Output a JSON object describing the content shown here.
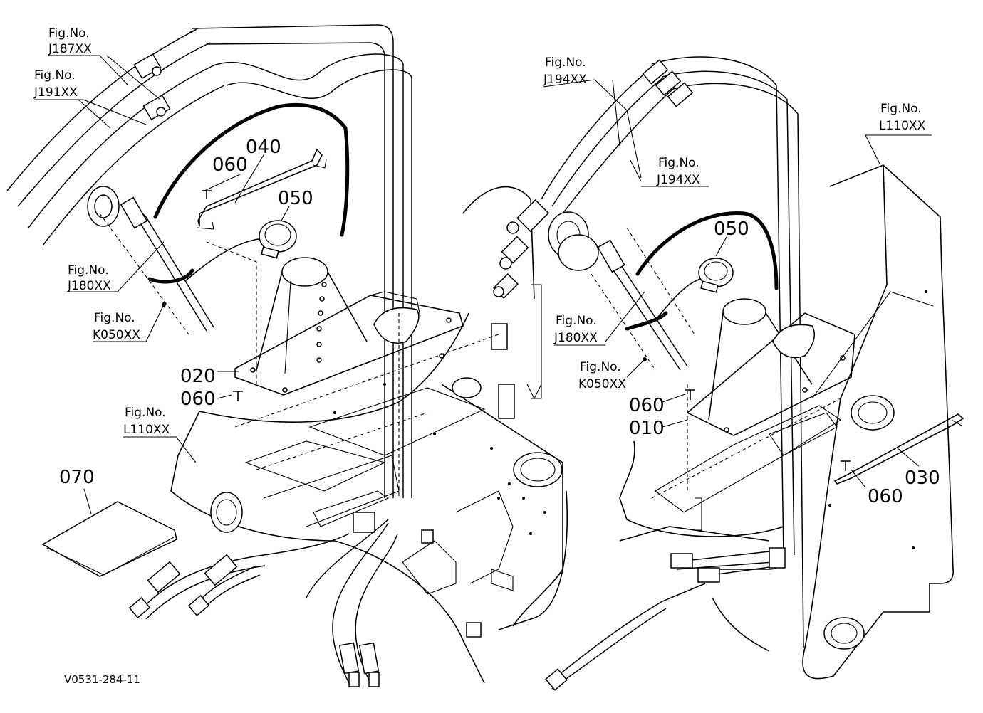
{
  "drawing_code": "V0531-284-11",
  "fig_refs": {
    "j187_left": {
      "title": "Fig.No.",
      "code": "J187XX"
    },
    "j191_left": {
      "title": "Fig.No.",
      "code": "J191XX"
    },
    "j180_left": {
      "title": "Fig.No.",
      "code": "J180XX"
    },
    "k050_left": {
      "title": "Fig.No.",
      "code": "K050XX"
    },
    "l110_left": {
      "title": "Fig.No.",
      "code": "L110XX"
    },
    "j194_top": {
      "title": "Fig.No.",
      "code": "J194XX"
    },
    "j194_mid": {
      "title": "Fig.No.",
      "code": "J194XX"
    },
    "l110_right": {
      "title": "Fig.No.",
      "code": "L110XX"
    },
    "j180_right": {
      "title": "Fig.No.",
      "code": "J180XX"
    },
    "k050_right": {
      "title": "Fig.No.",
      "code": "K050XX"
    }
  },
  "parts": {
    "p040": "040",
    "p060_top_left": "060",
    "p050_left": "050",
    "p020": "020",
    "p060_mid_left": "060",
    "p070": "070",
    "p050_right": "050",
    "p060_right_a": "060",
    "p010": "010",
    "p030": "030",
    "p060_right_b": "060"
  }
}
